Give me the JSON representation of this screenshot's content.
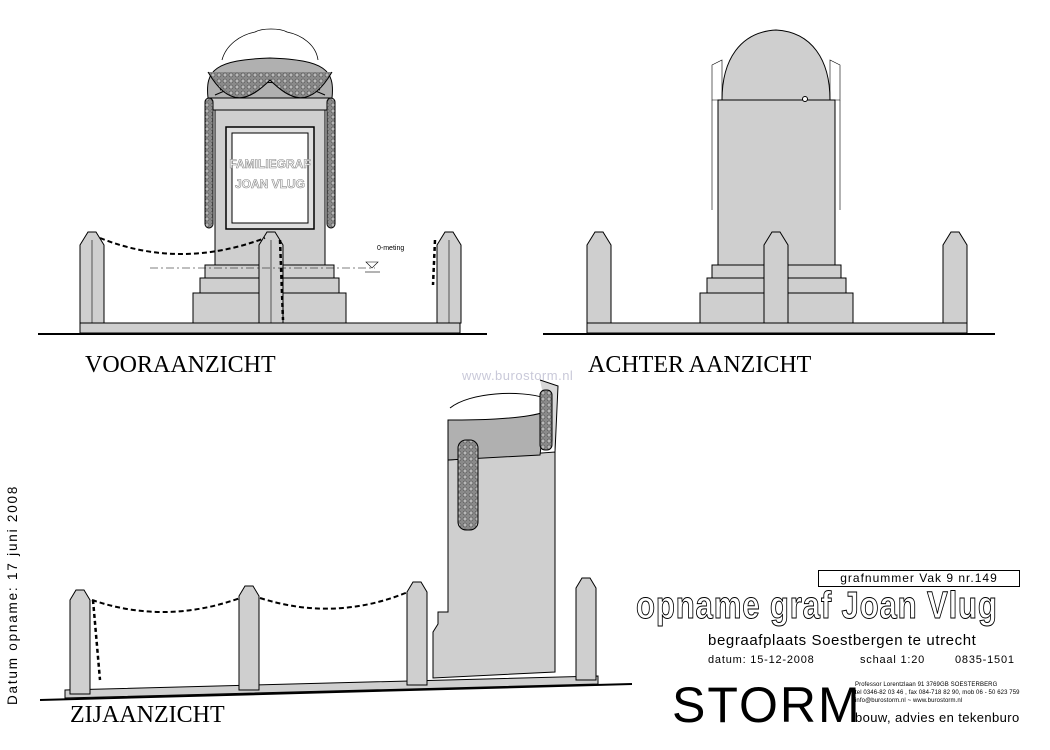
{
  "views": {
    "front": "VOORAANZICHT",
    "back": "ACHTER AANZICHT",
    "side": "ZIJAANZICHT"
  },
  "inscription": {
    "line1": "FAMILIEGRAF",
    "line2": "JOAN VLUG"
  },
  "dimension_label": "0-meting",
  "watermark": "www.burostorm.nl",
  "survey_date": "Datum opname: 17 juni 2008",
  "title_block": {
    "grave_number": "grafnummer Vak 9 nr.149",
    "title": "opname graf Joan Vlug",
    "cemetery": "begraafplaats Soestbergen te utrecht",
    "date": "datum: 15-12-2008",
    "scale": "schaal 1:20",
    "code": "0835-1501",
    "brand": "STORM",
    "address_line1": "Professor Lorentzlaan 91 3769GB SOESTERBERG",
    "address_line2": "tel 0346-82 03 46 , fax 084-718 82 90, mob 06 - 50 623 759",
    "address_line3": "info@burostorm.nl ~ www.burostorm.nl",
    "tagline": "bouw, advies en tekenburo"
  },
  "colors": {
    "stone": "#cfcfcf",
    "stone_dark": "#9a9a9a",
    "line": "#000000",
    "watermark": "#c9c9d9"
  }
}
